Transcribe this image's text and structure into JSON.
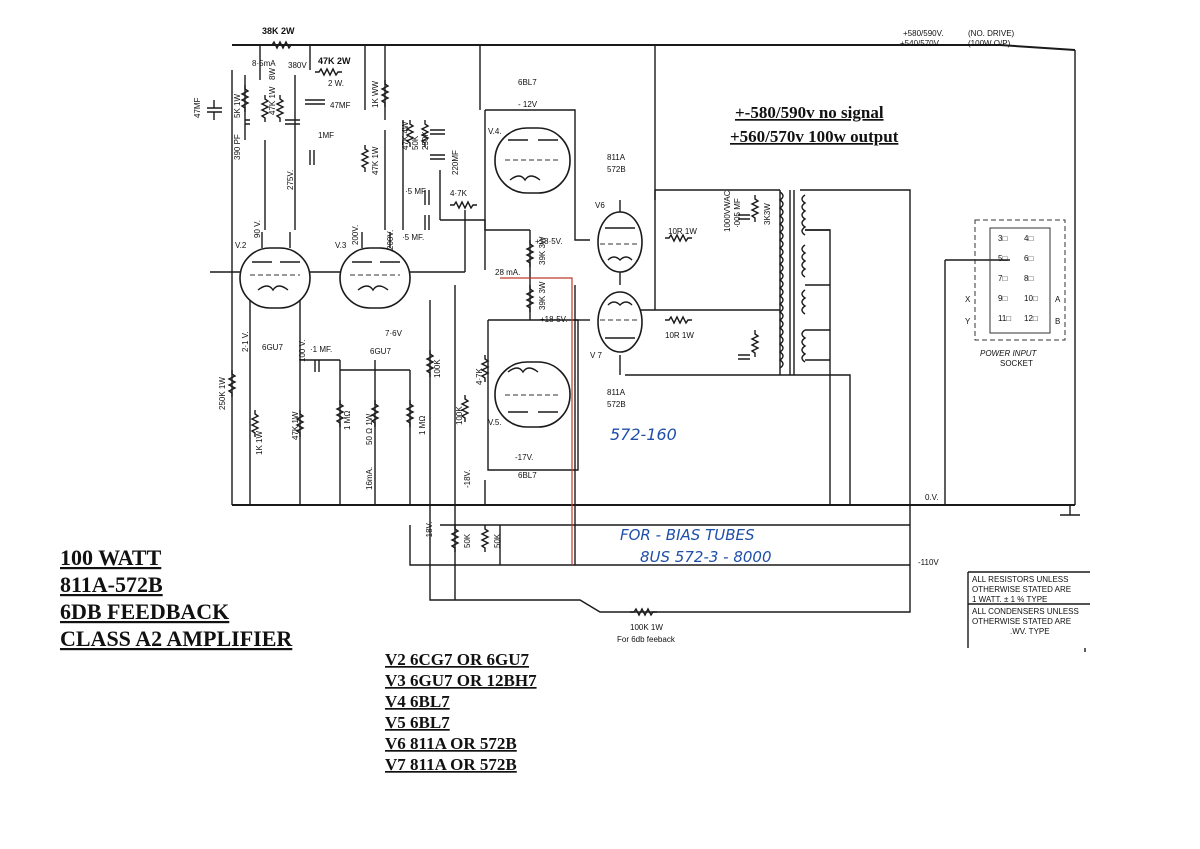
{
  "title_block": {
    "line1": "100 WATT",
    "line2": "811A-572B",
    "line3": "6DB FEEDBACK",
    "line4": "CLASS A2 AMPLIFIER"
  },
  "voltages": {
    "line1": "+-580/590v no signal",
    "line2": "+560/570v  100w output",
    "top_right_1": "+580/590V.",
    "top_right_2": "+540/570V.",
    "top_right_3": "(NO. DRIVE)",
    "top_right_4": "(100W O/P)"
  },
  "tube_list": [
    "V2 6CG7 OR 6GU7",
    "V3 6GU7 OR  12BH7",
    "V4 6BL7",
    "V5 6BL7",
    "V6 811A OR 572B",
    "V7 811A OR 572B"
  ],
  "handwritten": {
    "note1": "572-160",
    "note2": "FOR - BIAS  TUBES",
    "note3": "8US 572-3  - 8000"
  },
  "notes_box": {
    "line1": "ALL RESISTORS UNLESS",
    "line2": "OTHERWISE STATED ARE",
    "line3": "1  WATT. ± 1 % TYPE",
    "line4": "ALL CONDENSERS UNLESS",
    "line5": "OTHERWISE STATED ARE",
    "line6": ".WV. TYPE"
  },
  "feedback": {
    "resistor": "100K 1W",
    "caption": "For 6db feeback"
  },
  "socket": {
    "label1": "POWER  INPUT",
    "label2": "SOCKET"
  },
  "labels": {
    "r_38k": "38K 2W",
    "r_47k": "47K 2W",
    "r_47k_2w": "2 W.",
    "c_47mf_l": "47MF",
    "c_47mf": "47MF",
    "c_1mf_a": "1MF",
    "i_85ma": "8·5mA",
    "v_380": "380V",
    "c_390pf": "390 PF",
    "r_5k": "5K 1W",
    "r_47k_1w": "47K 1W",
    "r_8w": "8W",
    "v_275": "275V.",
    "v_90": "90 V.",
    "v2": "V.2",
    "t_6gu7_a": "6GU7",
    "v_21": "2·1 V.",
    "v_100": "100 V.",
    "c_1mf_b": "·1 MF.",
    "r_250k": "250K 1W",
    "r_1k": "1K 1W",
    "r_47k_b": "47K 1W",
    "r_1mo_a": "1 MΩ",
    "r_50o": "50 Ω 1W",
    "i_16ma": "16mA.",
    "v3": "V.3",
    "t_6gu7_b": "6GU7",
    "v_200a": "200V.",
    "v_200b": "200V.",
    "v_76": "7·6V",
    "r_1k_ww": "1K WW",
    "r_47k_1wb": "47K 1W",
    "r_100k": "100K",
    "r_1mo_b": "1 MΩ",
    "r_47k_4w": "47K 4W",
    "r_50k": "50K",
    "r_250k_b": "250K",
    "c_220mf": "220MF",
    "c_5mf_a": "·5 MF",
    "c_5mf_b": "·5 MF.",
    "r_47k_c": "4·7K",
    "t_6bl7_a": "6BL7",
    "v_m12": "- 12V",
    "v4": "V.4.",
    "v_18a": "+18·5V.",
    "r_39k_a": "39K 3W",
    "i_28ma": "28 mA.",
    "r_39k_b": "39K 3W",
    "v_18b": "+18·5V.",
    "v5": "V.5.",
    "r_47k_d": "4·7K",
    "r_100k_b": "100K",
    "v_m17": "-17V.",
    "t_6bl7_b": "6BL7",
    "v_m18a": "-18V.",
    "v_m18b": "-18V.",
    "r_50k_a": "50K",
    "r_50k_b": "50K",
    "t_811a_a": "811A",
    "t_572b_a": "572B",
    "v6": "V6",
    "v7": "V 7",
    "t_811a_b": "811A",
    "t_572b_b": "572B",
    "r_10r_a": "10R 1W",
    "r_10r_b": "10R 1W",
    "c_1000v": "1000VWAC",
    "c_005": "·005 MF",
    "r_33k": "3K3W",
    "v_0": "0.V.",
    "v_m110": "-110V"
  },
  "socket_pins": [
    "3",
    "4",
    "5",
    "6",
    "7",
    "8",
    "9",
    "10",
    "11",
    "12"
  ],
  "socket_letters": [
    "X",
    "A",
    "Y",
    "B"
  ]
}
